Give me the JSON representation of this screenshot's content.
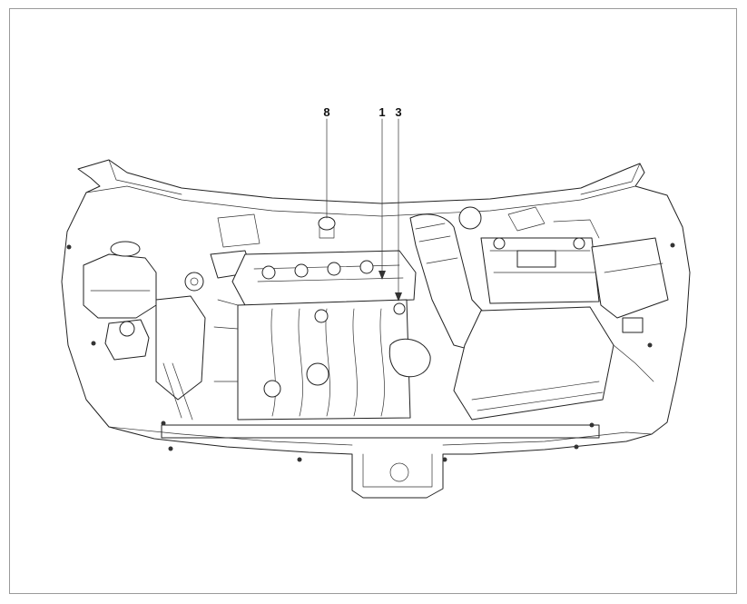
{
  "callouts": [
    {
      "id": "c8",
      "label": "8"
    },
    {
      "id": "c1",
      "label": "1"
    },
    {
      "id": "c3",
      "label": "3"
    }
  ]
}
